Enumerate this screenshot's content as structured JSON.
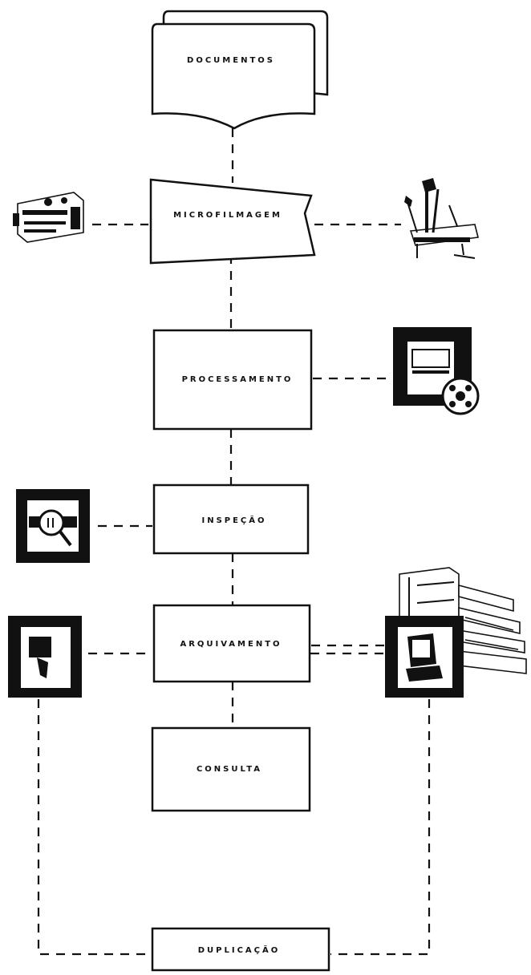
{
  "steps": {
    "documentos": "DOCUMENTOS",
    "microfilmagem": "MICROFILMAGEM",
    "processamento": "PROCESSAMENTO",
    "inspecao": "INSPEÇÃO",
    "arquivamento": "ARQUIVAMENTO",
    "consulta": "CONSULTA",
    "duplicacao": "DUPLICAÇÃO"
  },
  "icons": [
    "rotary-camera-icon",
    "planetary-camera-icon",
    "film-processor-icon",
    "inspection-magnifier-icon",
    "filing-cabinet-icon",
    "reader-icon",
    "reader-printer-icon"
  ],
  "colors": {
    "ink": "#111111",
    "paper": "#ffffff"
  }
}
